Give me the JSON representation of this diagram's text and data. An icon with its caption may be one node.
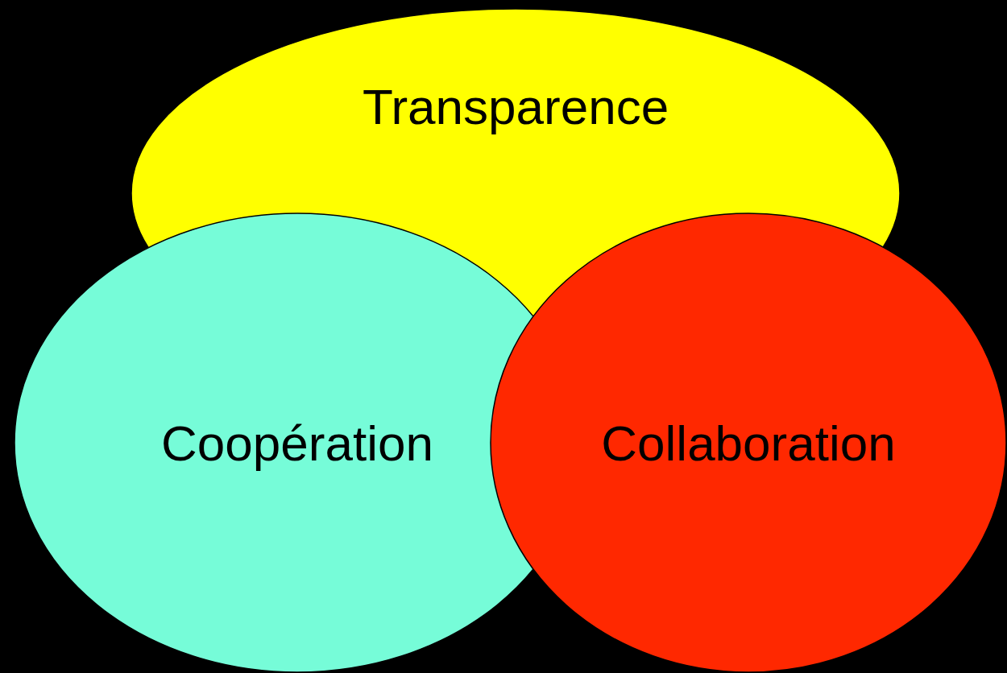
{
  "diagram": {
    "nodes": [
      {
        "text": [
          "Transparence"
        ]
      },
      {
        "text": [
          "Coopération"
        ]
      },
      {
        "text": [
          "Collaboration"
        ]
      }
    ],
    "edges": []
  }
}
